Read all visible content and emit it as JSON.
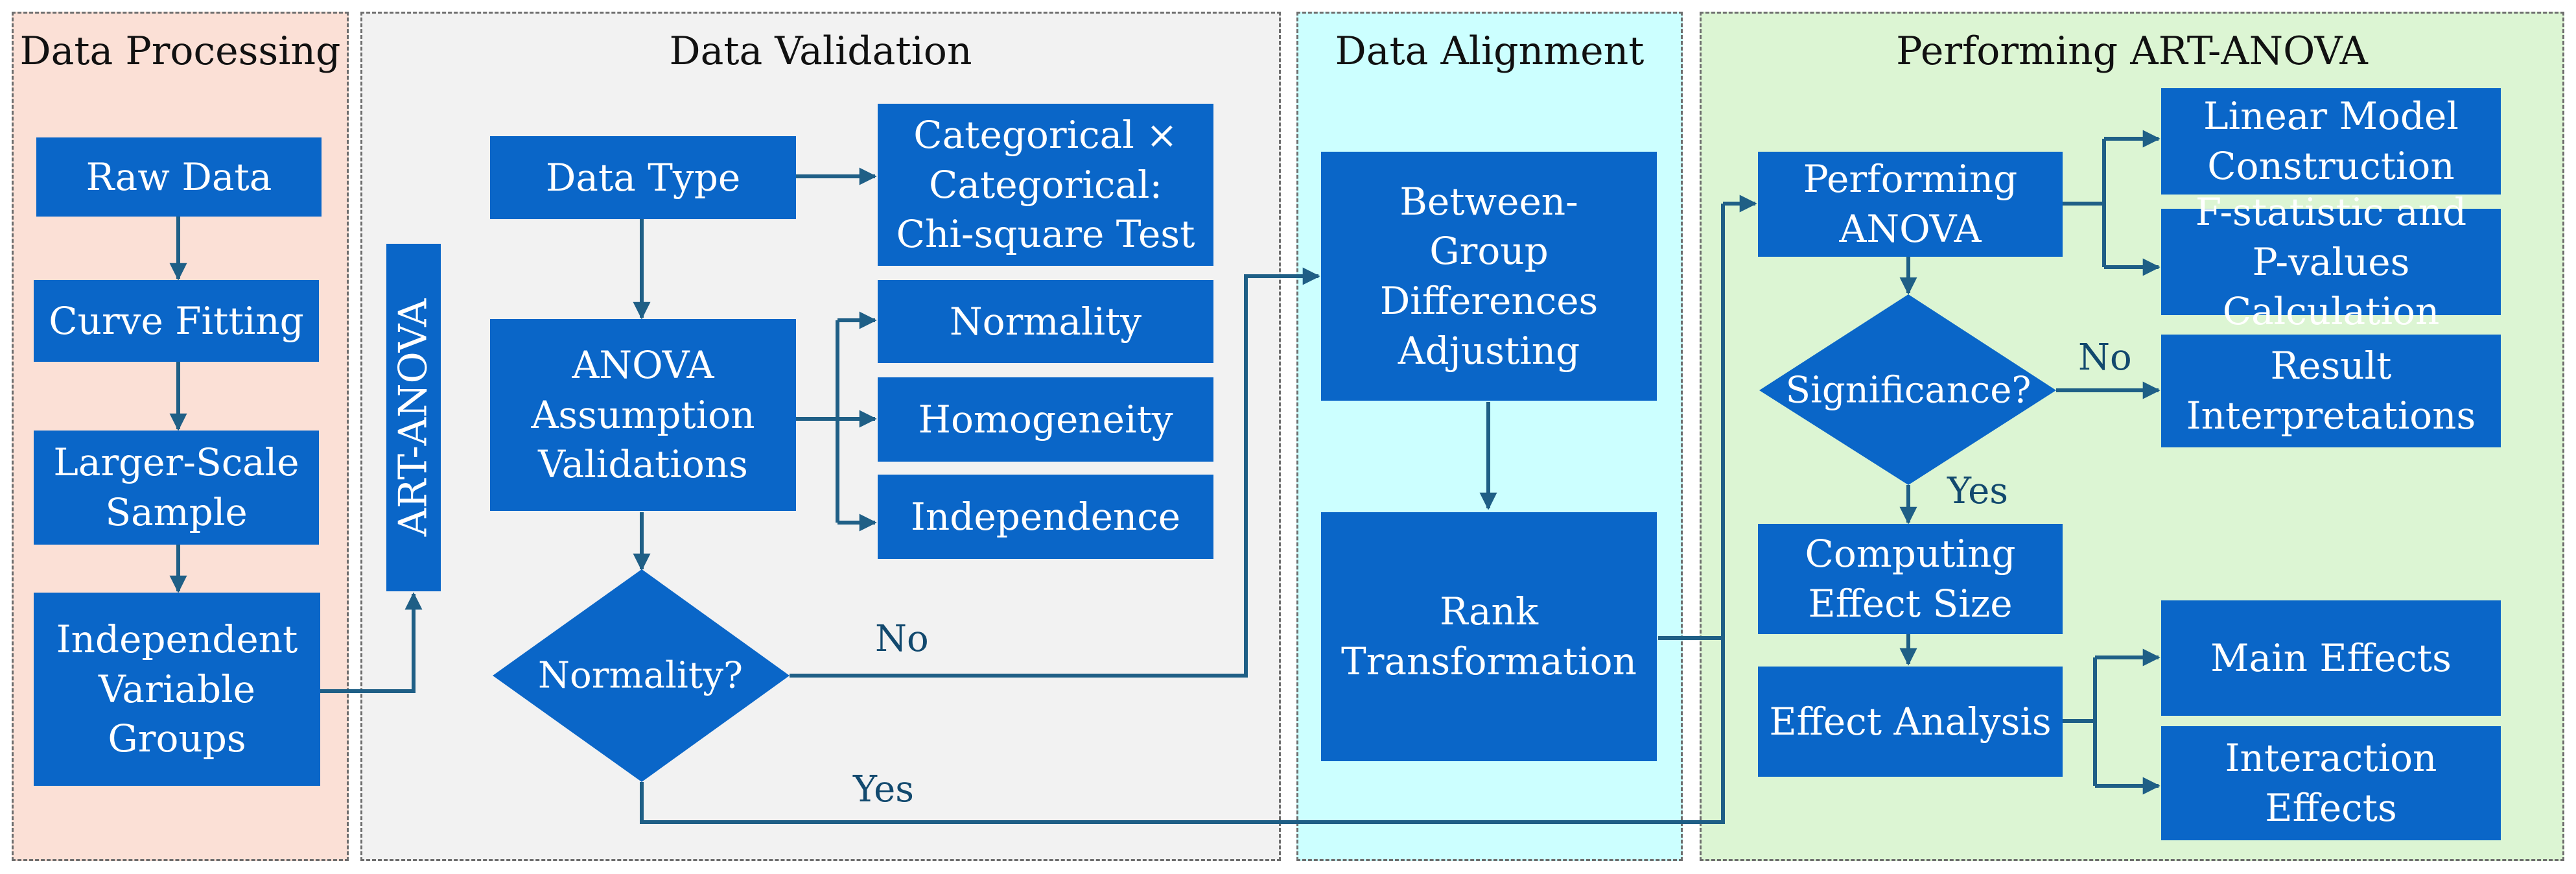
{
  "panels": {
    "processing": "Data Processing",
    "validation": "Data Validation",
    "alignment": "Data Alignment",
    "performing": "Performing ART-ANOVA"
  },
  "nodes": {
    "raw_data": "Raw Data",
    "curve_fitting": "Curve Fitting",
    "larger_scale_sample": "Larger-Scale Sample",
    "independent_variable_groups": "Independent Variable Groups",
    "art_anova": "ART-ANOVA",
    "data_type": "Data Type",
    "chi_square": "Categorical × Categorical: Chi-square Test",
    "anova_assumption": "ANOVA Assumption Validations",
    "normality": "Normality",
    "homogeneity": "Homogeneity",
    "independence": "Independence",
    "normality_decision": "Normality?",
    "between_group": "Between-Group Differences Adjusting",
    "rank_transformation": "Rank Transformation",
    "performing_anova": "Performing ANOVA",
    "linear_model": "Linear Model Construction",
    "f_statistic": "F-statistic and P-values Calculation",
    "significance": "Significance?",
    "result_interpretations": "Result Interpretations",
    "computing_effect_size": "Computing Effect Size",
    "effect_analysis": "Effect Analysis",
    "main_effects": "Main Effects",
    "interaction_effects": "Interaction Effects"
  },
  "edge_labels": {
    "normality_no": "No",
    "normality_yes": "Yes",
    "significance_no": "No",
    "significance_yes": "Yes"
  },
  "colors": {
    "node_fill": "#0a66c8",
    "connector": "#1f5f86",
    "processing_bg": "#fbe0d6",
    "validation_bg": "#f2f2f2",
    "alignment_bg": "#ccffff",
    "performing_bg": "#dcf5d3"
  }
}
